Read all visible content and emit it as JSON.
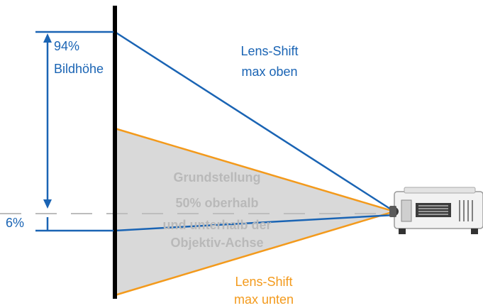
{
  "labels": {
    "percent_top": "94%",
    "bildhoehe": "Bildhöhe",
    "percent_bottom": "6%",
    "shift_up_line1": "Lens-Shift",
    "shift_up_line2": "max oben",
    "shift_down_line1": "Lens-Shift",
    "shift_down_line2": "max unten",
    "default_line1": "Grundstellung",
    "default_line2": "50% oberhalb",
    "default_line3": "und unterhalb der",
    "default_line4": "Objektiv-Achse"
  },
  "colors": {
    "blue": "#1a64b4",
    "orange": "#f39a1c",
    "gray_fill": "#d9d9d9",
    "gray_text": "#b9b9b9",
    "screen": "#000000",
    "axis_dash": "#bdbdbd"
  },
  "projector": {
    "icon": "projector-icon"
  }
}
